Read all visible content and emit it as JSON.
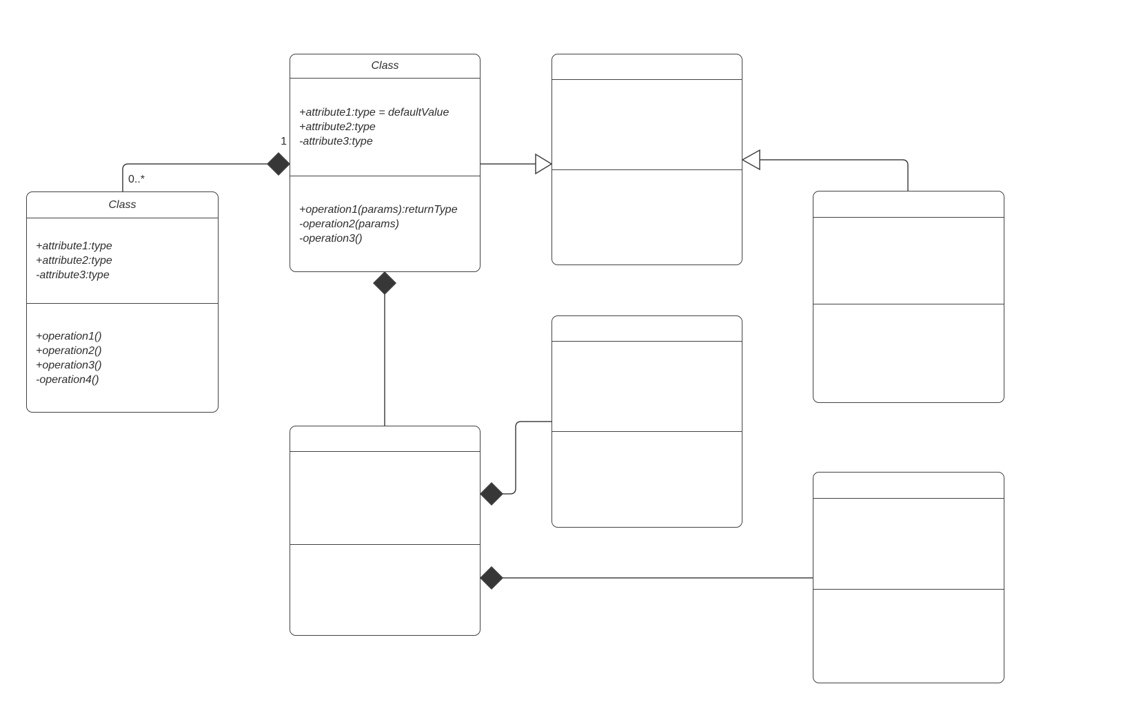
{
  "diagram": {
    "type": "uml-class-diagram",
    "colors": {
      "background": "#ffffff",
      "stroke": "#404040",
      "diamond_fill": "#373737",
      "text": "#2e2e2e"
    },
    "classes": {
      "top_center": {
        "title": "Class",
        "attributes": [
          "+attribute1:type = defaultValue",
          "+attribute2:type",
          "-attribute3:type"
        ],
        "operations": [
          "+operation1(params):returnType",
          "-operation2(params)",
          "-operation3()"
        ]
      },
      "left": {
        "title": "Class",
        "attributes": [
          "+attribute1:type",
          "+attribute2:type",
          "-attribute3:type"
        ],
        "operations": [
          "+operation1()",
          "+operation2()",
          "+operation3()",
          "-operation4()"
        ]
      },
      "top_right": {
        "title": "",
        "attributes": [],
        "operations": []
      },
      "right": {
        "title": "",
        "attributes": [],
        "operations": []
      },
      "middle": {
        "title": "",
        "attributes": [],
        "operations": []
      },
      "bottom_center": {
        "title": "",
        "attributes": [],
        "operations": []
      },
      "bottom_right": {
        "title": "",
        "attributes": [],
        "operations": []
      }
    },
    "relationships": [
      {
        "type": "composition",
        "from": "left",
        "to": "top_center",
        "labels": {
          "one": "1",
          "many": "0..*"
        }
      },
      {
        "type": "generalization",
        "from": "top_center",
        "to": "top_right"
      },
      {
        "type": "generalization",
        "from": "right",
        "to": "top_right"
      },
      {
        "type": "composition",
        "from": "bottom_center",
        "to": "top_center"
      },
      {
        "type": "composition",
        "from": "middle",
        "to": "bottom_center"
      },
      {
        "type": "composition",
        "from": "bottom_right",
        "to": "bottom_center"
      }
    ],
    "edge_labels": {
      "one": "1",
      "many": "0..*"
    }
  }
}
